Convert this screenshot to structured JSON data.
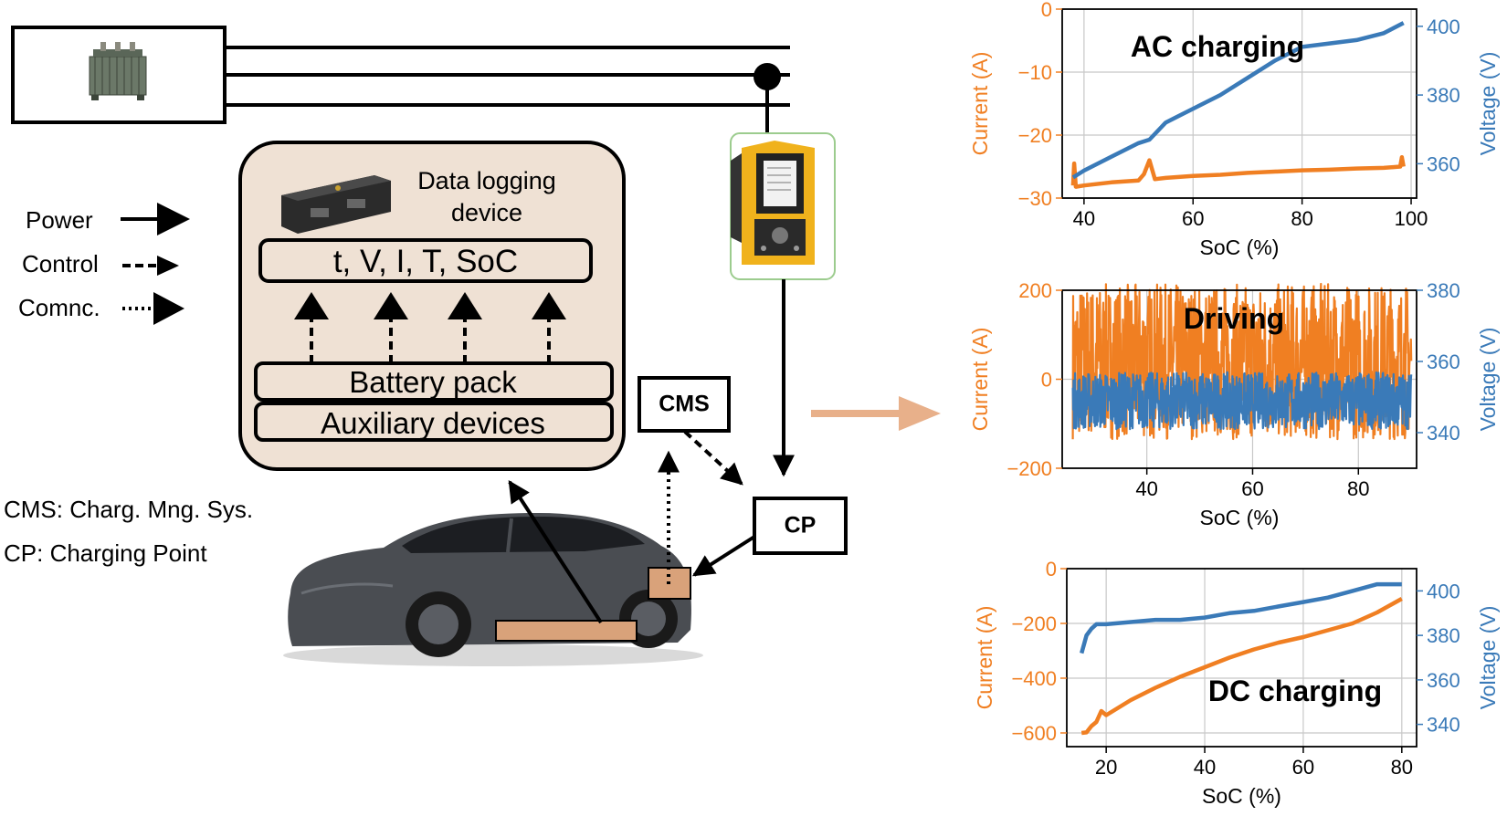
{
  "colors": {
    "current": "#f07f22",
    "voltage": "#3a7ab8",
    "logger_box_fill": "#efe1d4",
    "battery_strip": "#d9a27a",
    "data_arrow": "#e8b08a",
    "grid": "#c8c8c8",
    "car_body": "#4a4d52",
    "meter_body": "#f0b21c"
  },
  "icons": {
    "transformer": "transformer-icon",
    "logger": "data-logger-icon",
    "meter": "power-analyzer-icon",
    "car": "electric-car-icon"
  },
  "diagram": {
    "logger_title_line1": "Data logging",
    "logger_title_line2": "device",
    "signals": "t, V, I, T, SoC",
    "battery_pack": "Battery pack",
    "aux_devices": "Auxiliary devices",
    "cms": "CMS",
    "cp": "CP",
    "legend": {
      "power": "Power",
      "control": "Control",
      "comm": "Comnc."
    },
    "abbr_cms": "CMS: Charg. Mng. Sys.",
    "abbr_cp": "CP: Charging Point"
  },
  "chart_data": [
    {
      "type": "line",
      "title": "AC charging",
      "xlabel": "SoC (%)",
      "ylabel_left": "Current (A)",
      "ylabel_right": "Voltage (V)",
      "xlim": [
        36,
        101
      ],
      "ylim_left": [
        -30,
        0
      ],
      "ylim_right": [
        350,
        405
      ],
      "xticks": [
        40,
        60,
        80,
        100
      ],
      "yticks_left": [
        0,
        -10,
        -20,
        -30
      ],
      "yticks_right": [
        360,
        380,
        400
      ],
      "grid": true,
      "series": [
        {
          "axis": "left",
          "color": "current",
          "x": [
            38,
            38.2,
            38.5,
            40,
            45,
            50,
            51,
            52,
            53,
            55,
            60,
            65,
            70,
            75,
            80,
            85,
            90,
            95,
            98,
            98.3,
            98.6
          ],
          "y": [
            -28,
            -24.5,
            -28.2,
            -28,
            -27.5,
            -27.2,
            -26.2,
            -24,
            -27,
            -26.8,
            -26.5,
            -26.3,
            -26,
            -25.8,
            -25.6,
            -25.5,
            -25.3,
            -25.2,
            -25,
            -23.5,
            -25
          ]
        },
        {
          "axis": "right",
          "color": "voltage",
          "x": [
            38,
            40,
            45,
            50,
            52,
            55,
            60,
            65,
            70,
            75,
            80,
            85,
            90,
            95,
            98.6
          ],
          "y": [
            356,
            358,
            362,
            366,
            367,
            372,
            376,
            380,
            385,
            390,
            394,
            395,
            396,
            398,
            401
          ]
        }
      ]
    },
    {
      "type": "line",
      "title": "Driving",
      "xlabel": "SoC (%)",
      "ylabel_left": "Current (A)",
      "ylabel_right": "Voltage (V)",
      "xlim": [
        24,
        91
      ],
      "ylim_left": [
        -200,
        200
      ],
      "ylim_right": [
        330,
        380
      ],
      "xticks": [
        40,
        60,
        80
      ],
      "yticks_left": [
        200,
        0,
        -200
      ],
      "yticks_right": [
        380,
        360,
        340
      ],
      "grid": true,
      "series": [
        {
          "axis": "left",
          "color": "current",
          "noise": true,
          "x_range": [
            26,
            90
          ],
          "center": 40,
          "amplitude": 175
        },
        {
          "axis": "right",
          "color": "voltage",
          "noise": true,
          "x_range": [
            26,
            90
          ],
          "center": 349,
          "amplitude": 8
        }
      ]
    },
    {
      "type": "line",
      "title": "DC charging",
      "xlabel": "SoC (%)",
      "ylabel_left": "Current (A)",
      "ylabel_right": "Voltage (V)",
      "xlim": [
        12,
        83
      ],
      "ylim_left": [
        -650,
        0
      ],
      "ylim_right": [
        330,
        410
      ],
      "xticks": [
        20,
        40,
        60,
        80
      ],
      "yticks_left": [
        0,
        -200,
        -400,
        -600
      ],
      "yticks_right": [
        400,
        380,
        360,
        340
      ],
      "grid": true,
      "series": [
        {
          "axis": "left",
          "color": "current",
          "x": [
            15,
            16,
            17,
            18,
            19,
            20,
            25,
            30,
            35,
            40,
            45,
            50,
            55,
            60,
            65,
            70,
            75,
            78,
            80
          ],
          "y": [
            -600,
            -598,
            -575,
            -560,
            -520,
            -535,
            -480,
            -435,
            -395,
            -360,
            -325,
            -295,
            -270,
            -250,
            -225,
            -200,
            -160,
            -130,
            -110
          ]
        },
        {
          "axis": "right",
          "color": "voltage",
          "x": [
            15,
            16,
            17,
            18,
            20,
            25,
            30,
            35,
            40,
            45,
            50,
            55,
            60,
            65,
            70,
            75,
            77,
            80
          ],
          "y": [
            372,
            380,
            383,
            385,
            385,
            386,
            387,
            387,
            388,
            390,
            391,
            393,
            395,
            397,
            400,
            403,
            403,
            403
          ]
        }
      ]
    }
  ]
}
